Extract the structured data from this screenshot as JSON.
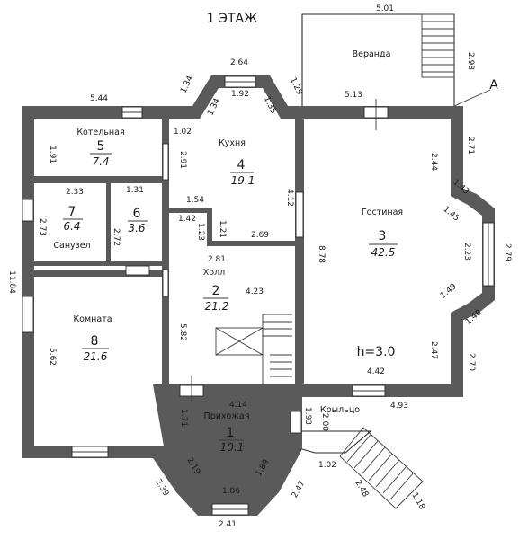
{
  "title": "1 ЭТАЖ",
  "section_marker": "А",
  "height_note": "h=3.0",
  "rooms": [
    {
      "id": "boiler",
      "name": "Котельная",
      "number": "5",
      "area": "7.4"
    },
    {
      "id": "kitchen",
      "name": "Кухня",
      "number": "4",
      "area": "19.1"
    },
    {
      "id": "veranda",
      "name": "Веранда"
    },
    {
      "id": "living",
      "name": "Гостиная",
      "number": "3",
      "area": "42.5"
    },
    {
      "id": "wc",
      "name": "Санузел",
      "number": "7",
      "area": "6.4"
    },
    {
      "id": "room6",
      "number": "6",
      "area": "3.6"
    },
    {
      "id": "hall",
      "name": "Холл",
      "number": "2",
      "area": "21.2"
    },
    {
      "id": "bedroom",
      "name": "Комната",
      "number": "8",
      "area": "21.6"
    },
    {
      "id": "entry",
      "name": "Прихожая",
      "number": "1",
      "area": "10.1"
    },
    {
      "id": "porch",
      "name": "Крыльцо"
    }
  ],
  "dimensions": [
    "5.01",
    "2.98",
    "2.64",
    "1.34",
    "1.92",
    "1.29",
    "1.34",
    "1.35",
    "5.44",
    "5.13",
    "1.02",
    "2.71",
    "1.91",
    "2.91",
    "2.44",
    "2.33",
    "1.31",
    "1.54",
    "4.12",
    "1.43",
    "1.45",
    "2.73",
    "2.72",
    "1.42",
    "1.23",
    "1.21",
    "2.69",
    "2.23",
    "2.79",
    "11.84",
    "2.81",
    "8.78",
    "1.49",
    "4.23",
    "1.48",
    "5.62",
    "5.82",
    "2.47",
    "2.70",
    "4.42",
    "4.14",
    "4.93",
    "1.71",
    "1.93",
    "2.00",
    "2.19",
    "1.89",
    "1.02",
    "2.39",
    "1.86",
    "2.47",
    "2.48",
    "1.18",
    "2.41"
  ]
}
